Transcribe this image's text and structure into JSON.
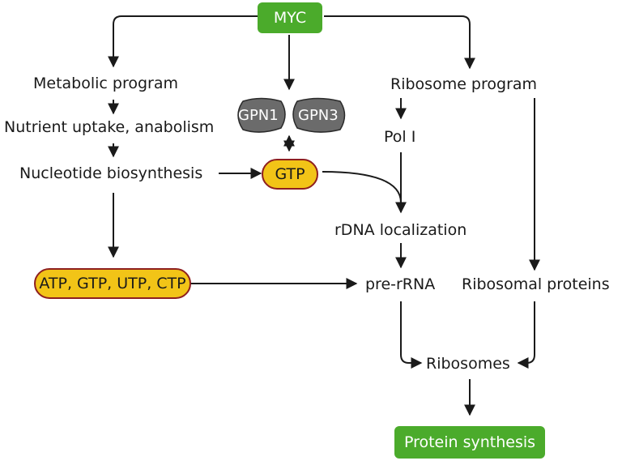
{
  "diagram": {
    "nodes": {
      "myc": "MYC",
      "metabolic_program": "Metabolic program",
      "nutrient_uptake": "Nutrient uptake, anabolism",
      "nucleotide_biosynthesis": "Nucleotide biosynthesis",
      "gpn1": "GPN1",
      "gpn3": "GPN3",
      "gtp": "GTP",
      "ribosome_program": "Ribosome program",
      "pol_i": "Pol I",
      "rdna_localization": "rDNA localization",
      "atp_gtp_utp_ctp": "ATP, GTP, UTP, CTP",
      "pre_rrna": "pre-rRNA",
      "ribosomal_proteins": "Ribosomal proteins",
      "ribosomes": "Ribosomes",
      "protein_synthesis": "Protein synthesis"
    },
    "colors": {
      "start_end_box": "#4bab2b",
      "nucleotide_pill": "#f2c417",
      "pill_border": "#8e1f1f",
      "gpn_shape": "#6b6b6b",
      "arrow": "#1a1a1a"
    }
  }
}
